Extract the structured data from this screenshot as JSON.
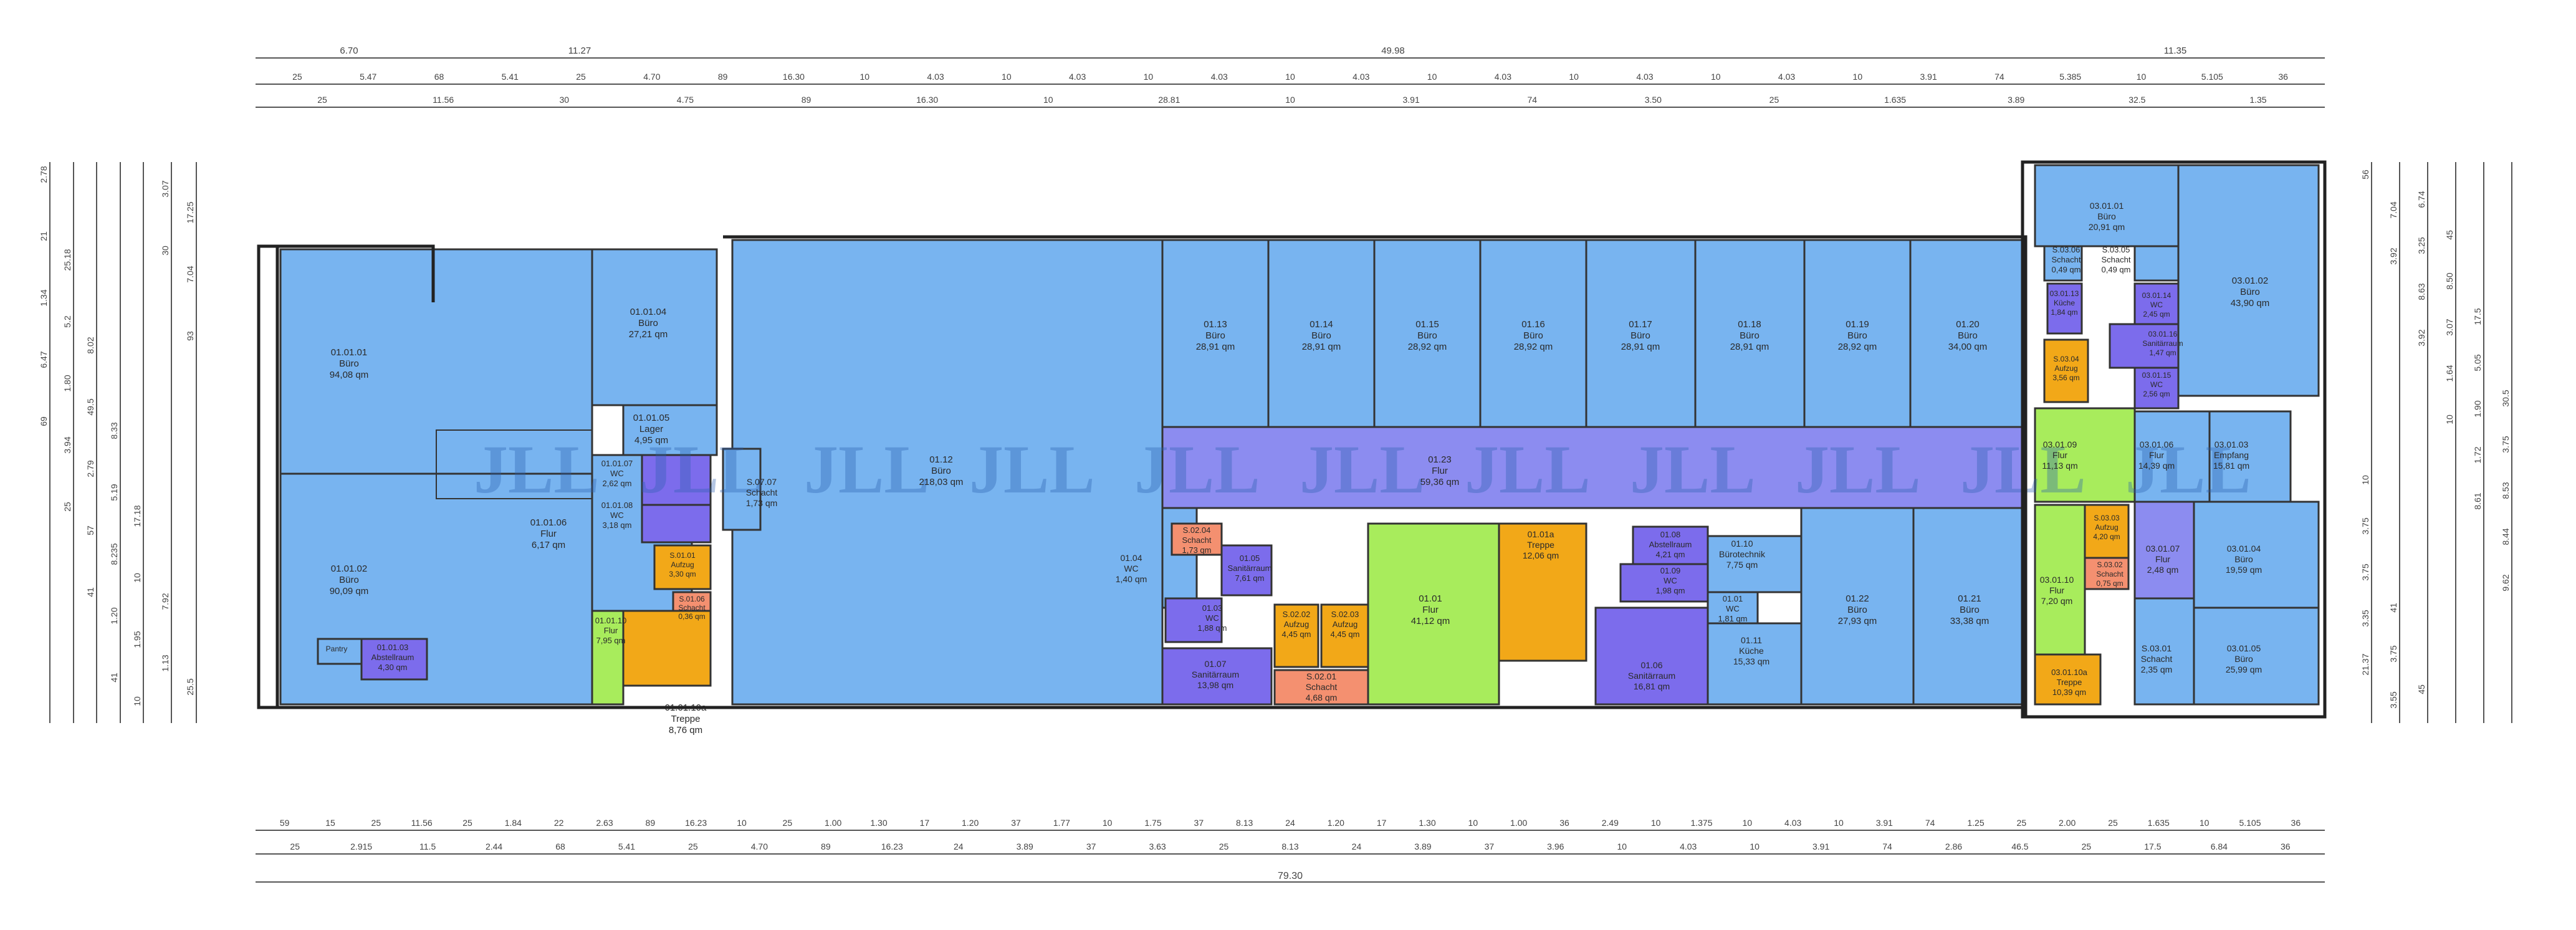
{
  "colors": {
    "office": "#78b4f0",
    "corridor": "#8c8cf0",
    "corridor_green": "#a8ec5c",
    "stair": "#f2a818",
    "shaft": "#f49070",
    "sanitary": "#7c6cec",
    "wall": "#333333",
    "dim_line": "#555555"
  },
  "watermark": {
    "text": "JLL",
    "count": 11
  },
  "dim_top": {
    "row1": [
      "6.70",
      "11.27",
      "49.98",
      "11.35"
    ],
    "row2": [
      "25",
      "5.47",
      "68",
      "5.41",
      "25",
      "4.70",
      "89",
      "16.30",
      "10",
      "4.03",
      "10",
      "4.03",
      "10",
      "4.03",
      "10",
      "4.03",
      "10",
      "4.03",
      "10",
      "4.03",
      "10",
      "4.03",
      "10",
      "3.91",
      "74",
      "5.385",
      "10",
      "5.105",
      "36"
    ],
    "row3": [
      "25",
      "11.56",
      "30",
      "4.75",
      "89",
      "16.30",
      "10",
      "28.81",
      "10",
      "3.91",
      "74",
      "3.50",
      "25",
      "1.635",
      "3.89",
      "32.5",
      "1.35"
    ]
  },
  "dim_bottom": {
    "row1": [
      "59",
      "15",
      "25",
      "11.56",
      "25",
      "1.84",
      "22",
      "2.63",
      "89",
      "16.23",
      "10",
      "25",
      "1.00",
      "1.30",
      "17",
      "1.20",
      "37",
      "1.77",
      "10",
      "1.75",
      "37",
      "8.13",
      "24",
      "1.20",
      "17",
      "1.30",
      "10",
      "1.00",
      "36",
      "2.49",
      "10",
      "1.375",
      "10",
      "4.03",
      "10",
      "3.91",
      "74",
      "1.25",
      "25",
      "2.00",
      "25",
      "1.635",
      "10",
      "5.105",
      "36"
    ],
    "row2": [
      "25",
      "2.915",
      "11.5",
      "2.44",
      "68",
      "5.41",
      "25",
      "4.70",
      "89",
      "16.23",
      "24",
      "3.89",
      "37",
      "3.63",
      "25",
      "8.13",
      "24",
      "3.89",
      "37",
      "3.96",
      "10",
      "4.03",
      "10",
      "3.91",
      "74",
      "2.86",
      "46.5",
      "25",
      "17.5",
      "6.84",
      "36"
    ],
    "total": "79.30"
  },
  "dim_left": [
    "2.78",
    "25.18",
    "8.02",
    "8.33",
    "17.18",
    "7.92",
    "25.5",
    "21",
    "5.2",
    "49.5",
    "5.19",
    "10",
    "1.13",
    "17.25",
    "1.34",
    "1.80",
    "2.79",
    "8.235",
    "1.95",
    "3.07",
    "7.04",
    "6.47",
    "3.94",
    "57",
    "1.20",
    "10",
    "30",
    "93",
    "69",
    "25",
    "41",
    "41"
  ],
  "dim_right": [
    "56",
    "3.92",
    "3.92",
    "10",
    "8.61",
    "9.62",
    "21.37",
    "7.04",
    "8.63",
    "1.64",
    "1.72",
    "8.44",
    "3.35",
    "3.55",
    "3.25",
    "3.07",
    "1.90",
    "8.53",
    "3.75",
    "3.75",
    "6.74",
    "8.50",
    "5.05",
    "3.75",
    "3.75",
    "41",
    "45",
    "45",
    "17.5",
    "30.5",
    "10"
  ],
  "rooms": {
    "r010101": {
      "id": "01.01.01",
      "type": "Büro",
      "area": "94,08 qm"
    },
    "r010104": {
      "id": "01.01.04",
      "type": "Büro",
      "area": "27,21 qm"
    },
    "r010105": {
      "id": "01.01.05",
      "type": "Lager",
      "area": "4,95 qm"
    },
    "r010107": {
      "id": "01.01.07",
      "type": "WC",
      "area": "2,62 qm"
    },
    "r010108": {
      "id": "01.01.08",
      "type": "WC",
      "area": "3,18 qm"
    },
    "r010106": {
      "id": "01.01.06",
      "type": "Flur",
      "area": "6,17 qm"
    },
    "r010102": {
      "id": "01.01.02",
      "type": "Büro",
      "area": "90,09 qm"
    },
    "r010103": {
      "id": "01.01.03",
      "type": "Abstellraum",
      "area": "4,30 qm"
    },
    "pantry": {
      "label": "Pantry"
    },
    "r010110": {
      "id": "01.01.10",
      "type": "Flur",
      "area": "7,95 qm"
    },
    "r0101a": {
      "id": "S.01.01",
      "type": "Aufzug",
      "area": "3,30 qm"
    },
    "r0101sch": {
      "id": "S.01.06",
      "type": "Schacht",
      "area": "0,36 qm"
    },
    "r0101tr": {
      "id": "01.01.10a",
      "type": "Treppe",
      "area": "8,76 qm"
    },
    "r0107": {
      "id": "S.07.07",
      "type": "Schacht",
      "area": "1,73 qm"
    },
    "r0112": {
      "id": "01.12",
      "type": "Büro",
      "area": "218,03 qm"
    },
    "r0113": {
      "id": "01.13",
      "type": "Büro",
      "area": "28,91 qm"
    },
    "r0114": {
      "id": "01.14",
      "type": "Büro",
      "area": "28,91 qm"
    },
    "r0115": {
      "id": "01.15",
      "type": "Büro",
      "area": "28,92 qm"
    },
    "r0116": {
      "id": "01.16",
      "type": "Büro",
      "area": "28,92 qm"
    },
    "r0117": {
      "id": "01.17",
      "type": "Büro",
      "area": "28,91 qm"
    },
    "r0118": {
      "id": "01.18",
      "type": "Büro",
      "area": "28,91 qm"
    },
    "r0119": {
      "id": "01.19",
      "type": "Büro",
      "area": "28,92 qm"
    },
    "r0120": {
      "id": "01.20",
      "type": "Büro",
      "area": "34,00 qm"
    },
    "r0123": {
      "id": "01.23",
      "type": "Flur",
      "area": "59,36 qm"
    },
    "r0104": {
      "id": "01.04",
      "type": "WC",
      "area": "1,40 qm"
    },
    "r0204": {
      "id": "S.02.04",
      "type": "Schacht",
      "area": "1,73 qm"
    },
    "r0105": {
      "id": "01.05",
      "type": "Sanitärraum",
      "area": "7,61 qm"
    },
    "r0103": {
      "id": "01.03",
      "type": "WC",
      "area": "1,88 qm"
    },
    "r0107s": {
      "id": "01.07",
      "type": "Sanitärraum",
      "area": "13,98 qm"
    },
    "r0202": {
      "id": "S.02.02",
      "type": "Aufzug",
      "area": "4,45 qm"
    },
    "r0203": {
      "id": "S.02.03",
      "type": "Aufzug",
      "area": "4,45 qm"
    },
    "r0201": {
      "id": "S.02.01",
      "type": "Schacht",
      "area": "4,68 qm"
    },
    "r0101": {
      "id": "01.01",
      "type": "Flur",
      "area": "41,12 qm"
    },
    "r0101a2": {
      "id": "01.01a",
      "type": "Treppe",
      "area": "12,06 qm"
    },
    "r0108": {
      "id": "01.08",
      "type": "Abstellraum",
      "area": "4,21 qm"
    },
    "r0109": {
      "id": "01.09",
      "type": "WC",
      "area": "1,98 qm"
    },
    "r0106": {
      "id": "01.06",
      "type": "Sanitärraum",
      "area": "16,81 qm"
    },
    "r0110": {
      "id": "01.10",
      "type": "Bürotechnik",
      "area": "7,75 qm"
    },
    "r0101wc": {
      "id": "01.01",
      "type": "WC",
      "area": "1,81 qm"
    },
    "r0111": {
      "id": "01.11",
      "type": "Küche",
      "area": "15,33 qm"
    },
    "r0122": {
      "id": "01.22",
      "type": "Büro",
      "area": "27,93 qm"
    },
    "r0121": {
      "id": "01.21",
      "type": "Büro",
      "area": "33,38 qm"
    },
    "r030101": {
      "id": "03.01.01",
      "type": "Büro",
      "area": "20,91 qm"
    },
    "r030306": {
      "id": "S.03.06",
      "type": "Schacht",
      "area": "0,49 qm"
    },
    "r030305": {
      "id": "S.03.05",
      "type": "Schacht",
      "area": "0,49 qm"
    },
    "r030102": {
      "id": "03.01.02",
      "type": "Büro",
      "area": "43,90 qm"
    },
    "r030113": {
      "id": "03.01.13",
      "type": "Küche",
      "area": "1,84 qm"
    },
    "r030114": {
      "id": "03.01.14",
      "type": "WC",
      "area": "2,45 qm"
    },
    "r030116": {
      "id": "03.01.16",
      "type": "Sanitärraum",
      "area": "1,47 qm"
    },
    "r030115": {
      "id": "03.01.15",
      "type": "WC",
      "area": "2,56 qm"
    },
    "r0304": {
      "id": "S.03.04",
      "type": "Aufzug",
      "area": "3,56 qm"
    },
    "r030109": {
      "id": "03.01.09",
      "type": "Flur",
      "area": "11,13 qm"
    },
    "r030106": {
      "id": "03.01.06",
      "type": "Flur",
      "area": "14,39 qm"
    },
    "r030103": {
      "id": "03.01.03",
      "type": "Empfang",
      "area": "15,81 qm"
    },
    "r0303": {
      "id": "S.03.03",
      "type": "Aufzug",
      "area": "4,20 qm"
    },
    "r0302": {
      "id": "S.03.02",
      "type": "Schacht",
      "area": "0,75 qm"
    },
    "r030107": {
      "id": "03.01.07",
      "type": "Flur",
      "area": "2,48 qm"
    },
    "r030104": {
      "id": "03.01.04",
      "type": "Büro",
      "area": "19,59 qm"
    },
    "r030110": {
      "id": "03.01.10",
      "type": "Flur",
      "area": "7,20 qm"
    },
    "r0301": {
      "id": "S.03.01",
      "type": "Schacht",
      "area": "2,35 qm"
    },
    "r030105": {
      "id": "03.01.05",
      "type": "Büro",
      "area": "25,99 qm"
    },
    "r030110a": {
      "id": "03.01.10a",
      "type": "Treppe",
      "area": "10,39 qm"
    }
  }
}
